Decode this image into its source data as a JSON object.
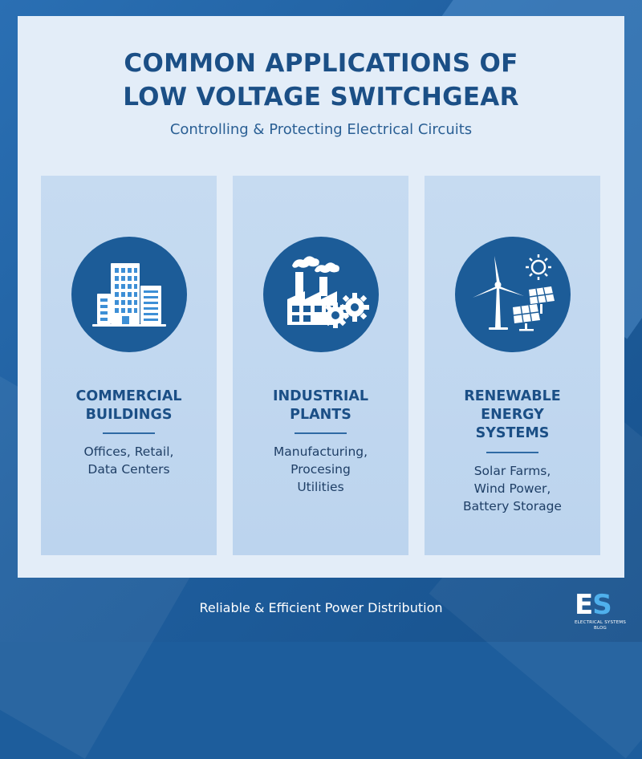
{
  "header": {
    "title": "COMMON APPLICATIONS OF\nLOW VOLTAGE SWITCHGEAR",
    "subtitle": "Controlling & Protecting Electrical Circuits"
  },
  "cards": [
    {
      "icon": "office-buildings-icon",
      "heading": "COMMERCIAL\nBUILDINGS",
      "description": "Offices, Retail,\nData Centers"
    },
    {
      "icon": "factory-gears-icon",
      "heading": "INDUSTRIAL\nPLANTS",
      "description": "Manufacturing,\nProcesing\nUtilities"
    },
    {
      "icon": "wind-turbine-solar-icon",
      "heading": "RENEWABLE\nENERGY\nSYSTEMS",
      "description": "Solar Farms,\nWind Power,\nBattery Storage"
    }
  ],
  "footer": {
    "tagline": "Reliable & Efficient Power Distribution"
  },
  "logo": {
    "mark_e": "E",
    "mark_s": "S",
    "text": "ELECTRICAL SYSTEMS\nBLOG"
  },
  "colors": {
    "background": "#1d5d9c",
    "panel": "#e3edf8",
    "card": "#c6dbf1",
    "accent": "#1b4f86",
    "icon_circle": "#1c5c98",
    "logo_accent": "#4fb0ec"
  }
}
